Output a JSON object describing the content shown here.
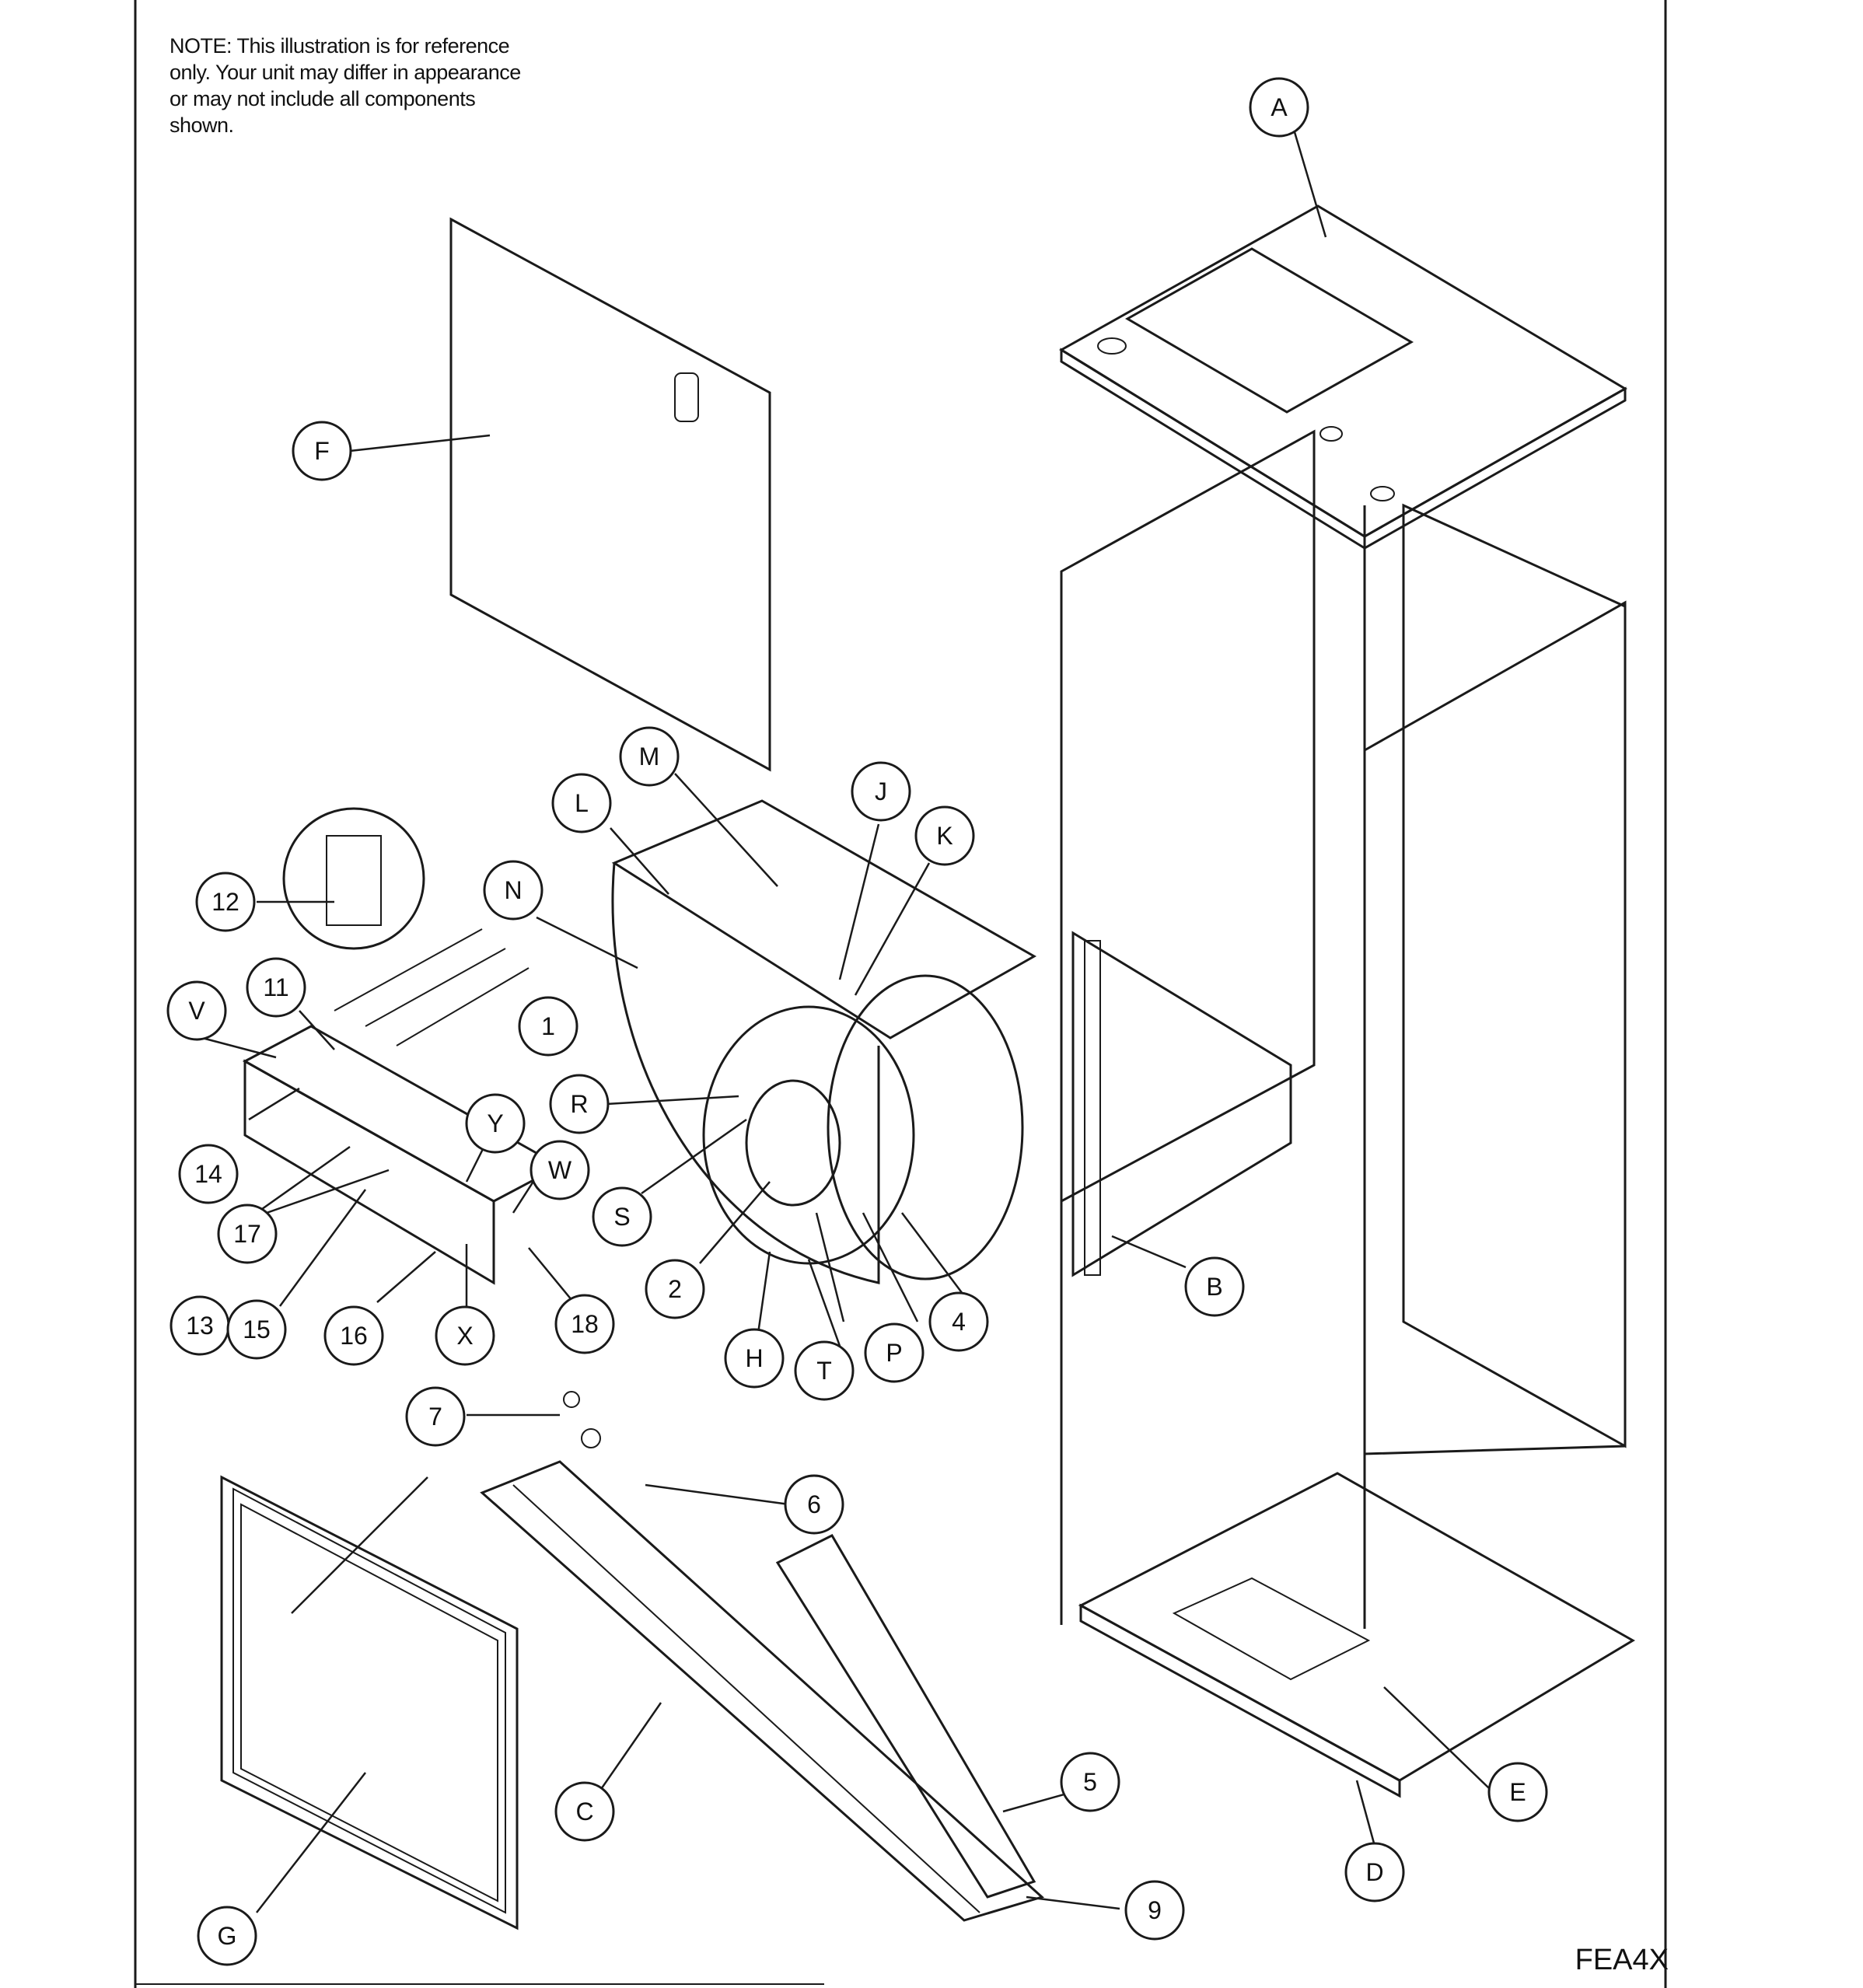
{
  "note": "NOTE: This illustration is for reference only. Your unit may differ in appearance or may not include all components shown.",
  "model_code": "FEA4X",
  "callouts": {
    "A": "A",
    "B": "B",
    "C": "C",
    "D": "D",
    "E": "E",
    "F": "F",
    "G": "G",
    "H": "H",
    "J": "J",
    "K": "K",
    "L": "L",
    "M": "M",
    "N": "N",
    "P": "P",
    "R": "R",
    "S": "S",
    "T": "T",
    "V": "V",
    "W": "W",
    "X": "X",
    "Y": "Y",
    "n1": "1",
    "n2": "2",
    "n4": "4",
    "n5": "5",
    "n6": "6",
    "n7": "7",
    "n9": "9",
    "n11": "11",
    "n12": "12",
    "n13": "13",
    "n14": "14",
    "n15": "15",
    "n16": "16",
    "n17": "17",
    "n18": "18"
  }
}
